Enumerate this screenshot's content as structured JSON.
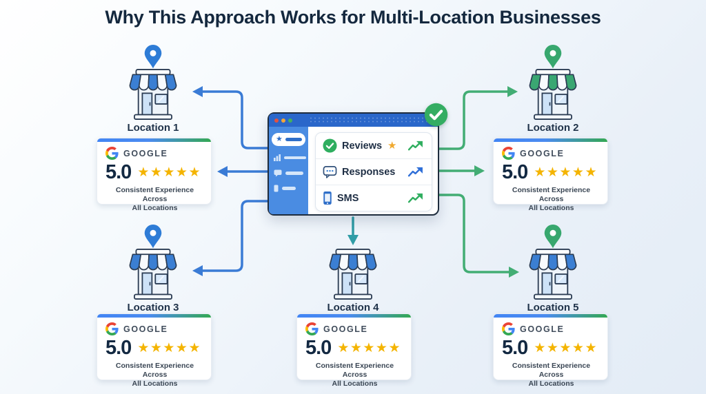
{
  "title": "Why This Approach Works for Multi-Location Businesses",
  "dashboard": {
    "window_controls": [
      "red-dot",
      "orange-dot",
      "green-dot"
    ],
    "badge_icon": "green-check-badge",
    "sidebar_items": [
      "star-icon",
      "bar-chart-icon",
      "chat-icon",
      "phone-icon"
    ],
    "rows": [
      {
        "label": "Reviews",
        "icon": "check-circle-icon",
        "suffix_icon": "gold-star-icon",
        "trend": "green-up-arrow"
      },
      {
        "label": "Responses",
        "icon": "chat-bubble-icon",
        "trend": "blue-up-arrow"
      },
      {
        "label": "SMS",
        "icon": "smartphone-icon",
        "trend": "green-up-arrow"
      }
    ]
  },
  "locations": [
    {
      "label": "Location 1",
      "pin_color": "blue",
      "awning_color": "blue"
    },
    {
      "label": "Location 2",
      "pin_color": "green",
      "awning_color": "green"
    },
    {
      "label": "Location 3",
      "pin_color": "blue",
      "awning_color": "blue"
    },
    {
      "label": "Location 4",
      "pin_color": "none",
      "awning_color": "blue"
    },
    {
      "label": "Location 5",
      "pin_color": "green",
      "awning_color": "blue"
    }
  ],
  "review_card": {
    "provider": "GOOGLE",
    "rating": "5.0",
    "stars_text": "★★★★★",
    "caption_line1": "Consistent Experience Across",
    "caption_line2": "All Locations"
  },
  "colors": {
    "blue_arrow": "#3a7bd5",
    "green_arrow": "#43ad74",
    "teal_arrow": "#309da6",
    "gold_star": "#f4b400",
    "titlebar_blue": "#2a67ca",
    "sidebar_blue": "#4a8ce2",
    "badge_green": "#34ad62"
  }
}
